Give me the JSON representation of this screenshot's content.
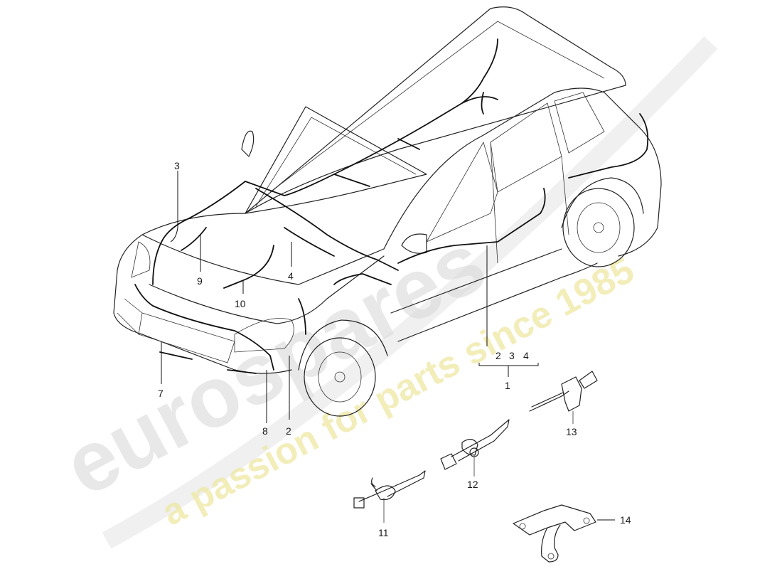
{
  "watermark": {
    "brand_text": "eurospares",
    "tagline_text": "a passion for parts since 1985",
    "brand_color": "#d8d8d8",
    "tagline_color": "#efe9a0"
  },
  "callouts": {
    "p1": "1",
    "p2": "2",
    "p3": "3",
    "p4": "4",
    "p7": "7",
    "p8": "8",
    "p9": "9",
    "p10": "10",
    "p11": "11",
    "p12": "12",
    "p13": "13",
    "p14": "14",
    "group_2": "2",
    "group_3": "3",
    "group_4": "4"
  }
}
